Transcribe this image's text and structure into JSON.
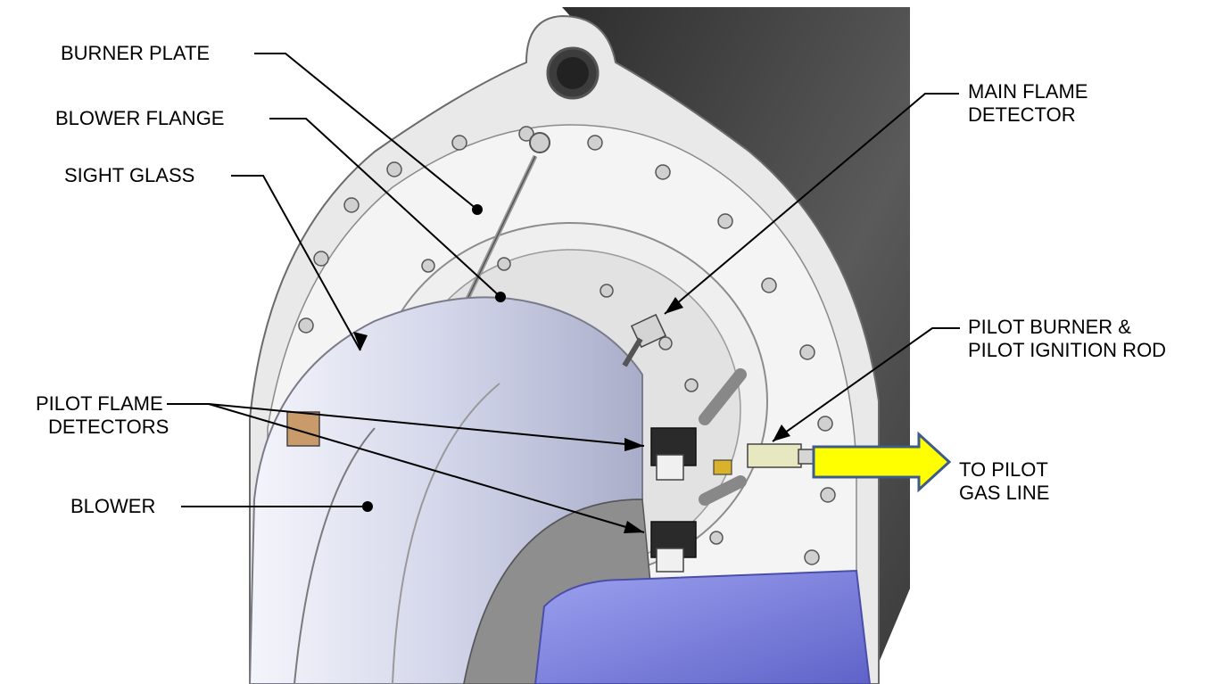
{
  "labels": {
    "burner_plate": "BURNER PLATE",
    "blower_flange": "BLOWER FLANGE",
    "sight_glass": "SIGHT GLASS",
    "pilot_flame_detectors": [
      "PILOT FLAME",
      "DETECTORS"
    ],
    "blower": "BLOWER",
    "main_flame_detector": [
      "MAIN FLAME",
      "DETECTOR"
    ],
    "pilot_burner": [
      "PILOT BURNER &",
      "PILOT IGNITION ROD"
    ],
    "to_pilot_gas_line": [
      "TO PILOT",
      "GAS LINE"
    ]
  },
  "colors": {
    "background": "#ffffff",
    "housing_dark": "#4a4a4a",
    "burner_plate": "#ececec",
    "blower": "#d9dcec",
    "burner_tube": "#7b7fe0",
    "arrow_fill": "#ffff00",
    "arrow_stroke": "#3e5b8a",
    "leader_lines": "#000000"
  }
}
